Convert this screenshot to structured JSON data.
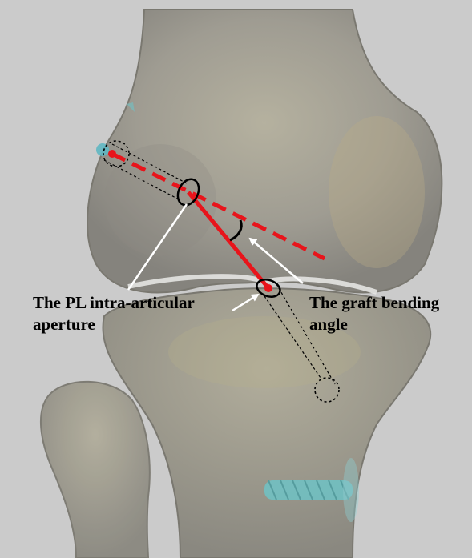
{
  "labels": {
    "aperture_line1": "The PL intra-articular",
    "aperture_line2": "aperture",
    "angle_line1": "The graft bending",
    "angle_line2": "angle"
  },
  "colors": {
    "background": "#cbcbcb",
    "bone": "#a9a69a",
    "bone_shadow": "#7e7b72",
    "graft_line": "#e8141b",
    "screw": "#6fc3c6",
    "outline": "#000000",
    "arrow": "#ffffff"
  }
}
